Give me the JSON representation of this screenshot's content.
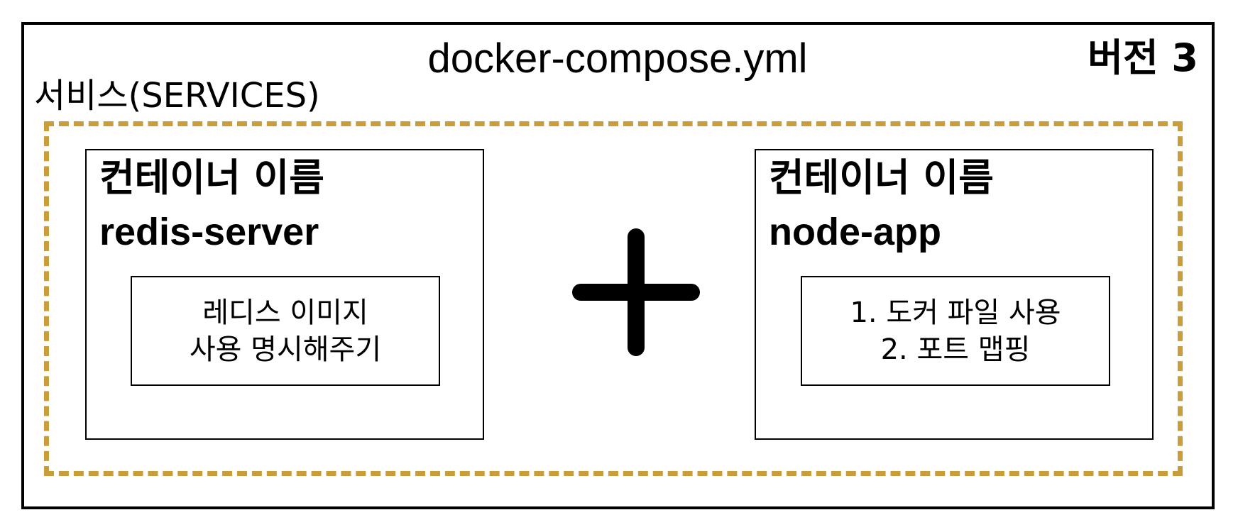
{
  "diagram": {
    "file_title": "docker-compose.yml",
    "version_label": "버전 3",
    "services_label": "서비스(SERVICES)",
    "colors": {
      "frame": "#000000",
      "services_border": "#c99d3a",
      "background": "#ffffff"
    },
    "containers": [
      {
        "heading": "컨테이너 이름",
        "name": "redis-server",
        "config_lines": [
          "레디스 이미지",
          "사용 명시해주기"
        ]
      },
      {
        "heading": "컨테이너 이름",
        "name": "node-app",
        "config_lines": [
          "1. 도커 파일 사용",
          "2. 포트 맵핑"
        ]
      }
    ],
    "connector_icon": "plus-icon"
  }
}
